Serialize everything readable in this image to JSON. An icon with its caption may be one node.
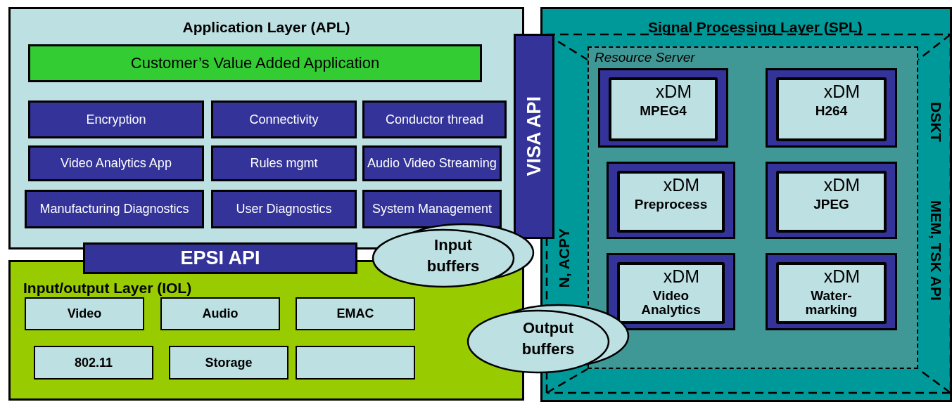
{
  "diagram": {
    "nodes": [
      {
        "text": [
          "Application Layer (APL)"
        ]
      },
      {
        "text": [
          "Customer’s Value Added Application"
        ],
        "in": 0
      },
      {
        "text": [
          "Encryption"
        ],
        "in": 0
      },
      {
        "text": [
          "Connectivity"
        ],
        "in": 0
      },
      {
        "text": [
          "Conductor thread"
        ],
        "in": 0
      },
      {
        "text": [
          "Video Analytics App"
        ],
        "in": 0
      },
      {
        "text": [
          "Rules mgmt"
        ],
        "in": 0
      },
      {
        "text": [
          "Audio Video Streaming"
        ],
        "in": 0
      },
      {
        "text": [
          "Manufacturing Diagnostics"
        ],
        "in": 0
      },
      {
        "text": [
          "User Diagnostics"
        ],
        "in": 0
      },
      {
        "text": [
          "System Management"
        ],
        "in": 0
      },
      {
        "text": [
          "VISA API"
        ]
      },
      {
        "text": [
          "Signal Processing Layer (SPL)"
        ]
      },
      {
        "text": [
          "Resource Server"
        ],
        "in": 12
      },
      {
        "text": [
          "xDM",
          "MPEG4"
        ],
        "in": 13
      },
      {
        "text": [
          "xDM",
          "H264"
        ],
        "in": 13
      },
      {
        "text": [
          "xDM",
          "Preprocess"
        ],
        "in": 13
      },
      {
        "text": [
          "xDM",
          "JPEG"
        ],
        "in": 13
      },
      {
        "text": [
          "xDM",
          "Video Analytics"
        ],
        "in": 13
      },
      {
        "text": [
          "xDM",
          "Water- marking"
        ],
        "in": 13
      },
      {
        "text": [
          "Input/output Layer (IOL)"
        ]
      },
      {
        "text": [
          "Video"
        ],
        "in": 20
      },
      {
        "text": [
          "Audio"
        ],
        "in": 20
      },
      {
        "text": [
          "EMAC"
        ],
        "in": 20
      },
      {
        "text": [
          "802.11"
        ],
        "in": 20
      },
      {
        "text": [
          "Storage"
        ],
        "in": 20
      },
      {
        "text": [],
        "shape": "box",
        "in": 20
      },
      {
        "text": [
          "EPSI API"
        ]
      },
      {
        "text": [
          "Input buffers"
        ]
      },
      {
        "text": [
          "Output buffers"
        ]
      }
    ],
    "labels": [
      "DSKT",
      "MEM, TSK API",
      "N, ACPY"
    ]
  }
}
